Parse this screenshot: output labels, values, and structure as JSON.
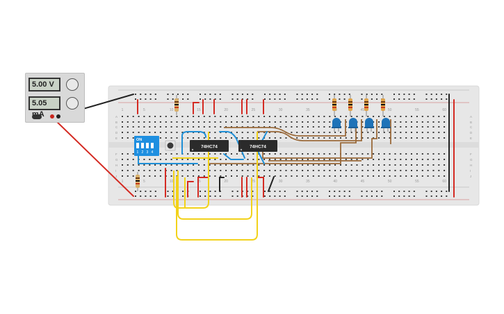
{
  "power_supply": {
    "voltage": "5.00 V",
    "current": "5.05 mA"
  },
  "breadboard": {
    "column_labels": [
      "1",
      "5",
      "10",
      "15",
      "20",
      "25",
      "30",
      "35",
      "40",
      "45",
      "50",
      "55",
      "60"
    ],
    "row_labels_top": [
      "A",
      "B",
      "C",
      "D",
      "E"
    ],
    "row_labels_bottom": [
      "F",
      "G",
      "H",
      "I",
      "J"
    ]
  },
  "chips": [
    {
      "label": "74HC74"
    },
    {
      "label": "74HC74"
    }
  ],
  "dip_switch": {
    "label": "ON",
    "numbers": [
      "1",
      "2",
      "3",
      "4"
    ]
  },
  "colors": {
    "board": "#e7e7e7",
    "red_wire": "#d42a22",
    "black_wire": "#222222",
    "yellow_wire": "#f2d21a",
    "blue_wire": "#1f8fd6",
    "brown_wire": "#9a6a3a",
    "led": "#1f73b8",
    "dip": "#1e8fe0"
  },
  "icons": [
    "power-knob-icon",
    "resistor-icon",
    "led-icon",
    "pushbutton-icon"
  ]
}
